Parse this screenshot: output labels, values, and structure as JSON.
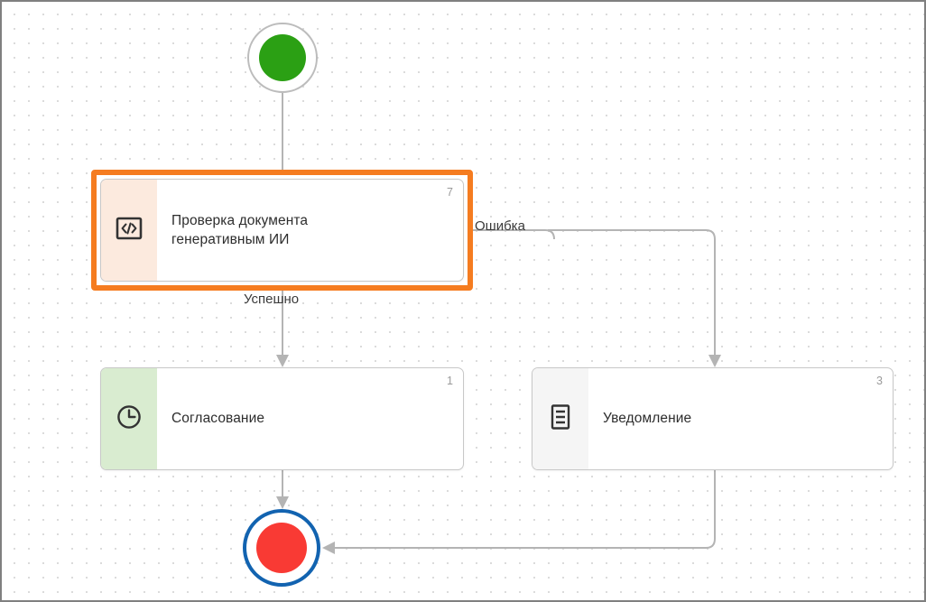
{
  "canvas": {
    "background_color": "#ffffff",
    "grid_dot_color": "#d8d8d8",
    "border_color": "#808080"
  },
  "palette": {
    "selection_orange": "#f57c20",
    "start_green": "#2ba014",
    "end_red": "#f93a34",
    "end_ring_blue": "#1263b0",
    "edge_gray": "#b4b4b4",
    "node_check_strip": "#fceade",
    "node_approve_strip": "#d9ecd0",
    "node_notify_strip": "#f5f5f5"
  },
  "terminals": {
    "start": {
      "name": "start-event",
      "fill": "#2ba014"
    },
    "end": {
      "name": "end-event",
      "fill": "#f93a34",
      "selected": "true"
    }
  },
  "nodes": [
    {
      "id": "check",
      "label": "Проверка документа генеративным ИИ",
      "label_line_1": "Проверка документа",
      "label_line_2": "генеративным ИИ",
      "counter": "7",
      "icon": "code-brackets-icon",
      "selected": "true"
    },
    {
      "id": "approve",
      "label": "Согласование",
      "counter": "1",
      "icon": "clock-icon",
      "selected": "false"
    },
    {
      "id": "notify",
      "label": "Уведомление",
      "counter": "3",
      "icon": "document-lines-icon",
      "selected": "false"
    }
  ],
  "edges": [
    {
      "id": "start-to-check",
      "label": ""
    },
    {
      "id": "check-to-approve",
      "label": "Успешно"
    },
    {
      "id": "check-to-notify",
      "label": "Ошибка"
    },
    {
      "id": "approve-to-end",
      "label": ""
    },
    {
      "id": "notify-to-end",
      "label": ""
    }
  ]
}
